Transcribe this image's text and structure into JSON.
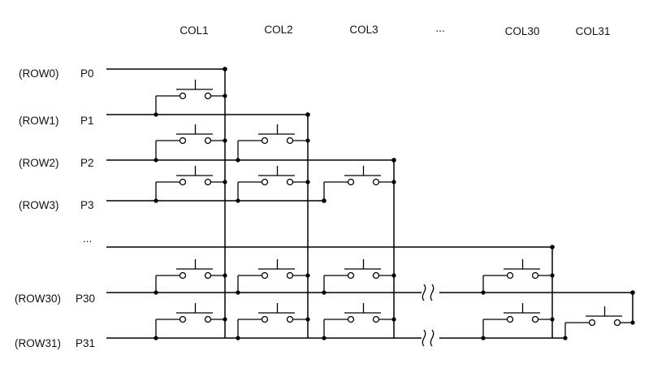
{
  "columns": [
    "COL1",
    "COL2",
    "COL3",
    "...",
    "COL30",
    "COL31"
  ],
  "rows": [
    {
      "name": "(ROW0)",
      "port": "P0"
    },
    {
      "name": "(ROW1)",
      "port": "P1"
    },
    {
      "name": "(ROW2)",
      "port": "P2"
    },
    {
      "name": "(ROW3)",
      "port": "P3"
    },
    {
      "name": "",
      "port": "..."
    },
    {
      "name": "(ROW30)",
      "port": "P30"
    },
    {
      "name": "(ROW31)",
      "port": "P31"
    }
  ]
}
